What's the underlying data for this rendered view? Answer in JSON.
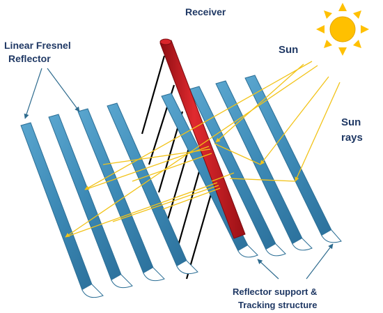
{
  "labels": {
    "receiver": "Receiver",
    "fresnel_line1": "Linear Fresnel",
    "fresnel_line2": "Reflector",
    "sun": "Sun",
    "sun_rays_line1": "Sun",
    "sun_rays_line2": "rays",
    "support_line1": "Reflector support &",
    "support_line2": "Tracking structure"
  },
  "colors": {
    "label_text": "#1f3864",
    "reflector_fill": "#3d8ab6",
    "reflector_edge": "#2b6e95",
    "receiver_tube": "#c8171e",
    "sun_rays": "#f2c318",
    "sun": "#ffc000",
    "support_posts": "#000000",
    "arrows": "#2e6b8e"
  },
  "icons": {
    "sun": "sun-icon"
  }
}
